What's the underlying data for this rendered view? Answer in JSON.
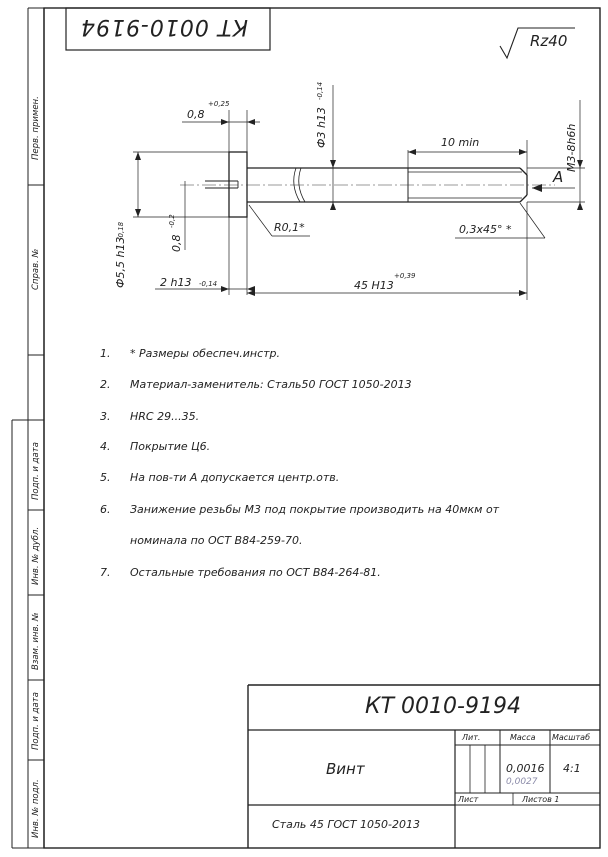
{
  "stamp_code_rotated": "КТ 0010-9194",
  "roughness": "Rz40",
  "dims": {
    "d_0_8": "0,8",
    "d_0_8_tol": "+0,25",
    "d_3": "Ф3 h13",
    "d_3_tol": "-0,14",
    "d_10": "10 min",
    "d_m3": "M3-8h6h",
    "d_a": "A",
    "d_r": "R0,1*",
    "d_chamfer": "0,3x45° *",
    "d_55": "Ф5,5 h13",
    "d_55_tol": "-0,18",
    "d_08v": "0,8",
    "d_08v_tol": "-0,2",
    "d_2": "2 h13",
    "d_2_tol": "-0,14",
    "d_45": "45 H13",
    "d_45_tol": "+0,39"
  },
  "notes": [
    {
      "num": "1.",
      "text": "* Размеры обеспеч.инстр."
    },
    {
      "num": "2.",
      "text": "Материал-заменитель: Сталь50 ГОСТ 1050-2013"
    },
    {
      "num": "3.",
      "text": "HRC 29...35."
    },
    {
      "num": "4.",
      "text": "Покрытие Ц6."
    },
    {
      "num": "5.",
      "text": "На пов-ти А допускается центр.отв."
    },
    {
      "num": "6.",
      "text": "Занижение резьбы М3 под покрытие производить на 40мкм от"
    },
    {
      "num": "",
      "text": "номинала по ОСТ В84-259-70."
    },
    {
      "num": "7.",
      "text": "Остальные требования по ОСТ В84-264-81."
    }
  ],
  "side_labels": {
    "perv": "Перв. примен.",
    "sprav": "Справ. №",
    "podp1": "Подп. и дата",
    "inv_dubl": "Инв. № дубл.",
    "vzam": "Взам. инв. №",
    "podp2": "Подп. и дата",
    "inv_podl": "Инв. № подл."
  },
  "title_block": {
    "code": "КТ 0010-9194",
    "name": "Винт",
    "lit_label": "Лит.",
    "mass_label": "Масса",
    "scale_label": "Масштаб",
    "mass": "0,0016",
    "mass_hand": "0,0027",
    "scale": "4:1",
    "sheet_label": "Лист",
    "sheets_label": "Листов 1",
    "material": "Сталь 45 ГОСТ 1050-2013"
  }
}
